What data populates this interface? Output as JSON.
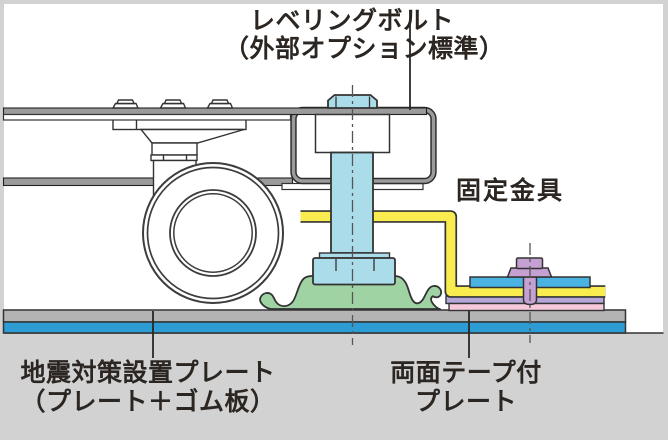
{
  "labels": {
    "leveling_bolt": {
      "line1": "レベリングボルト",
      "line2": "（外部オプション標準）"
    },
    "fixing_bracket": {
      "line1": "固定金具"
    },
    "seismic_plate": {
      "line1": "地震対策設置プレート",
      "line2": "（プレート＋ゴム板）"
    },
    "tape_plate": {
      "line1": "両面テープ付",
      "line2": "プレート"
    }
  },
  "colors": {
    "outline": "#333333",
    "bolt_cyan": "#abdcea",
    "pad_green": "#9fd3a4",
    "bracket_yellow": "#f8ec4f",
    "plate_blue": "#4ab3e2",
    "tape_lavender": "#b5a6d7",
    "tape_pink": "#f5c9db",
    "bolt_purple": "#c5a0d2",
    "base_gray": "#b4b4b4",
    "base_blue": "#2d9cd4",
    "floor_gray": "#d2d2d2",
    "rail_gray": "#9b9b9b",
    "paper": "#ffffff"
  }
}
